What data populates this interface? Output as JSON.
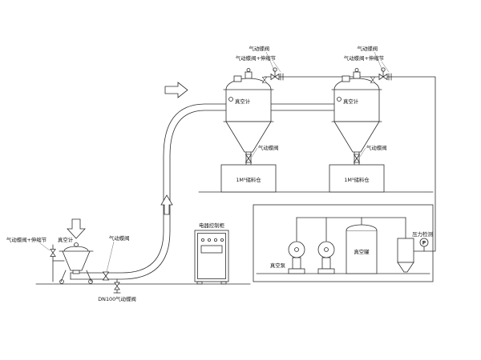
{
  "diagram": {
    "type": "pneumatic-vacuum-conveying-system",
    "line_color": "#2d2d2d",
    "background": "#ffffff"
  },
  "receivers": [
    {
      "inlet_valve": "气动蝶阀",
      "inlet_ext": "气动蝶阀+伸缩节",
      "gauge": "真空计",
      "discharge_valve": "气动蝶阀",
      "silo": "1M³储料仓"
    },
    {
      "inlet_valve": "气动蝶阀",
      "inlet_ext": "气动蝶阀+伸缩节",
      "gauge": "真空计",
      "discharge_valve": "气动蝶阀",
      "silo": "1M³储料仓"
    }
  ],
  "feeder": {
    "inlet_ext": "气动蝶阀+伸缩节",
    "gauge": "真空计",
    "outlet_valve": "气动蝶阀",
    "drain_valve": "DN100气动蝶阀"
  },
  "cabinet": {
    "label": "电器控制柜"
  },
  "room": {
    "pump": "真空泵",
    "tank": "真空罐",
    "pressure": "压力检测",
    "gauge_letter": "P"
  }
}
